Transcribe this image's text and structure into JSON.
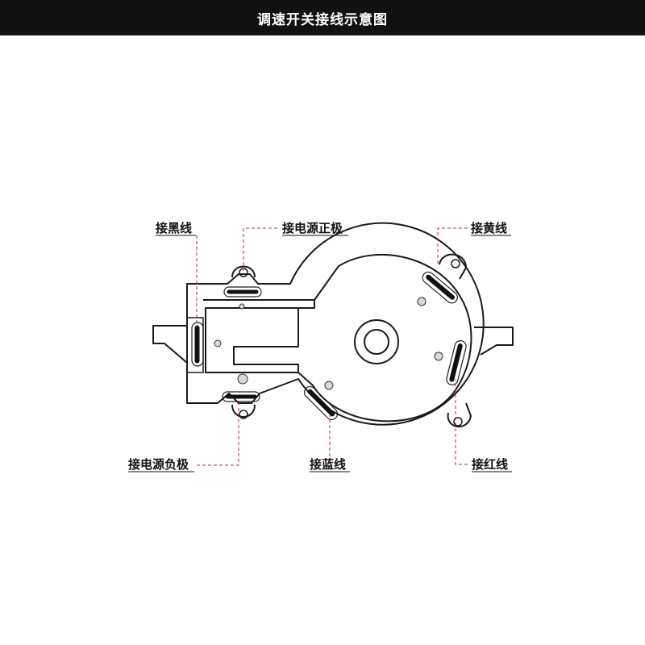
{
  "title": "调速开关接线示意图",
  "labels": {
    "black": "接黑线",
    "power_positive": "接电源正极",
    "yellow": "接黄线",
    "power_negative": "接电源负极",
    "blue": "接蓝线",
    "red": "接红线"
  },
  "colors": {
    "title_bar": "#111111",
    "title_text": "#ffffff",
    "leader_line": "#b03030",
    "outline": "#1a1a1a"
  }
}
